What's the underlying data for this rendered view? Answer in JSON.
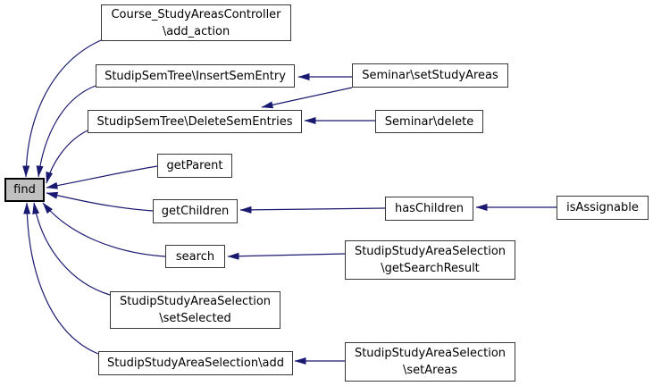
{
  "colors": {
    "background": "#ffffff",
    "edge": "#191970",
    "node_fill": "#ffffff",
    "node_border": "#383838",
    "highlight_fill": "#c0c0c0",
    "highlight_border": "#000000",
    "text": "#000000"
  },
  "nodes": {
    "find": {
      "label": "find"
    },
    "add_action": {
      "line1": "Course_StudyAreasController",
      "line2": "\\add_action"
    },
    "insert_sem_entry": {
      "label": "StudipSemTree\\InsertSemEntry"
    },
    "set_study_areas": {
      "label": "Seminar\\setStudyAreas"
    },
    "delete_sem_entries": {
      "label": "StudipSemTree\\DeleteSemEntries"
    },
    "seminar_delete": {
      "label": "Seminar\\delete"
    },
    "get_parent": {
      "label": "getParent"
    },
    "get_children": {
      "label": "getChildren"
    },
    "has_children": {
      "label": "hasChildren"
    },
    "is_assignable": {
      "label": "isAssignable"
    },
    "search": {
      "label": "search"
    },
    "get_search_result": {
      "line1": "StudipStudyAreaSelection",
      "line2": "\\getSearchResult"
    },
    "set_selected": {
      "line1": "StudipStudyAreaSelection",
      "line2": "\\setSelected"
    },
    "add": {
      "label": "StudipStudyAreaSelection\\add"
    },
    "set_areas": {
      "line1": "StudipStudyAreaSelection",
      "line2": "\\setAreas"
    }
  },
  "edges": [
    {
      "from": "Course_StudyAreasController\\add_action",
      "to": "find"
    },
    {
      "from": "StudipSemTree\\InsertSemEntry",
      "to": "find"
    },
    {
      "from": "StudipSemTree\\DeleteSemEntries",
      "to": "find"
    },
    {
      "from": "getParent",
      "to": "find"
    },
    {
      "from": "getChildren",
      "to": "find"
    },
    {
      "from": "search",
      "to": "find"
    },
    {
      "from": "StudipStudyAreaSelection\\setSelected",
      "to": "find"
    },
    {
      "from": "StudipStudyAreaSelection\\add",
      "to": "find"
    },
    {
      "from": "Seminar\\setStudyAreas",
      "to": "StudipSemTree\\InsertSemEntry"
    },
    {
      "from": "Seminar\\setStudyAreas",
      "to": "StudipSemTree\\DeleteSemEntries"
    },
    {
      "from": "Seminar\\delete",
      "to": "StudipSemTree\\DeleteSemEntries"
    },
    {
      "from": "hasChildren",
      "to": "getChildren"
    },
    {
      "from": "isAssignable",
      "to": "hasChildren"
    },
    {
      "from": "StudipStudyAreaSelection\\getSearchResult",
      "to": "search"
    },
    {
      "from": "StudipStudyAreaSelection\\setAreas",
      "to": "StudipStudyAreaSelection\\add"
    }
  ]
}
